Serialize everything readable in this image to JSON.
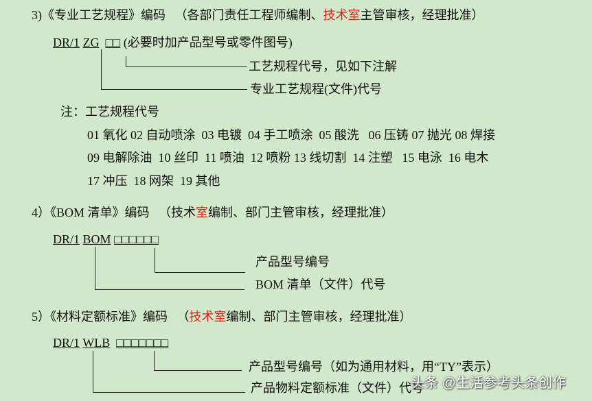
{
  "s3": {
    "title": "3)《专业工艺规程》编码",
    "paren_a": "（各部门责任工程师编制、",
    "paren_red": "技术室",
    "paren_b": "主管审核，经理批准）",
    "code_prefix": "DR/1",
    "code_type": "ZG",
    "code_boxes": "□□",
    "code_note": "(必要时加产品型号或零件图号)",
    "label1": "工艺规程代号，见如下注解",
    "label2": "专业工艺规程(文件)代号",
    "note_title": "注：工艺规程代号",
    "note_rows": [
      "01 氧化 02 自动喷涂  03 电镀  04 手工喷涂  05 酸洗   06 压铸 07 抛光 08 焊接",
      "09 电解除油  10 丝印  11 喷油  12 喷粉 13 线切割  14 注塑   15 电泳  16 电木",
      "17 冲压  18 网架  19 其他"
    ]
  },
  "s4": {
    "title": "4）《BOM 清单》编码",
    "paren_a": "（",
    "paren_b": "技术",
    "paren_red": "室",
    "paren_c": "编制、部门主管审核，经理批准）",
    "code_prefix": "DR/1",
    "code_type": "BOM",
    "code_boxes": "□□□□□□",
    "label1": "产品型号编号",
    "label2": "BOM 清单（文件）代号"
  },
  "s5": {
    "title": "5）《材料定额标准》编码",
    "paren_a": "（",
    "paren_red": "技术室",
    "paren_b": "编制、部门主管审核，经理批准）",
    "code_prefix": "DR/1",
    "code_type": "WLB",
    "code_boxes": "□□□□□□□",
    "label1": "产品型号编号（如为通用材料，用“TY”表示）",
    "label2": "产品物料定额标准（文件）代号"
  },
  "watermark": "头条 @生活参考头条创作",
  "colors": {
    "background": "#d2e8cb",
    "highlight": "#e0201b"
  }
}
